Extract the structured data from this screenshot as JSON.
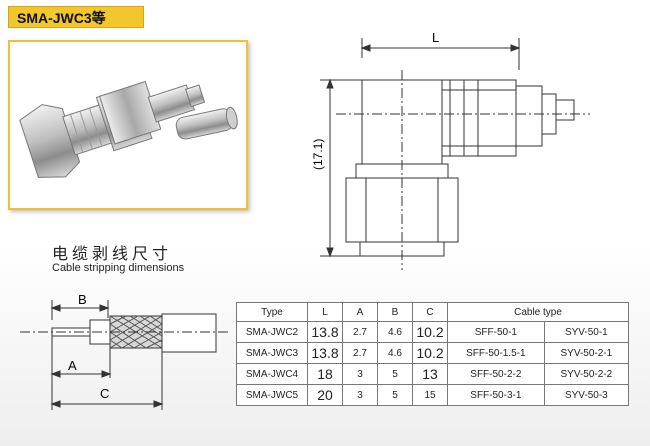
{
  "title": "SMA-JWC3等",
  "product_photo": {
    "description_icon": "connector-photo"
  },
  "drawing": {
    "dim_L": "L",
    "dim_height": "(17.1)"
  },
  "stripping": {
    "title_cn": "电缆剥线尺寸",
    "title_en": "Cable stripping dimensions",
    "label_A": "A",
    "label_B": "B",
    "label_C": "C"
  },
  "table": {
    "headers": [
      "Type",
      "L",
      "A",
      "B",
      "C",
      "Cable type"
    ],
    "rows": [
      [
        "SMA-JWC2",
        "13.8",
        "2.7",
        "4.6",
        "10.2",
        "SFF-50-1",
        "SYV-50-1"
      ],
      [
        "SMA-JWC3",
        "13.8",
        "2.7",
        "4.6",
        "10.2",
        "SFF-50-1.5-1",
        "SYV-50-2-1"
      ],
      [
        "SMA-JWC4",
        "18",
        "3",
        "5",
        "13",
        "SFF-50-2-2",
        "SYV-50-2-2"
      ],
      [
        "SMA-JWC5",
        "20",
        "3",
        "5",
        "15",
        "SFF-50-3-1",
        "SYV-50-3"
      ]
    ]
  },
  "colors": {
    "title_bg": "#f2c62f",
    "frame": "#f0c030"
  }
}
